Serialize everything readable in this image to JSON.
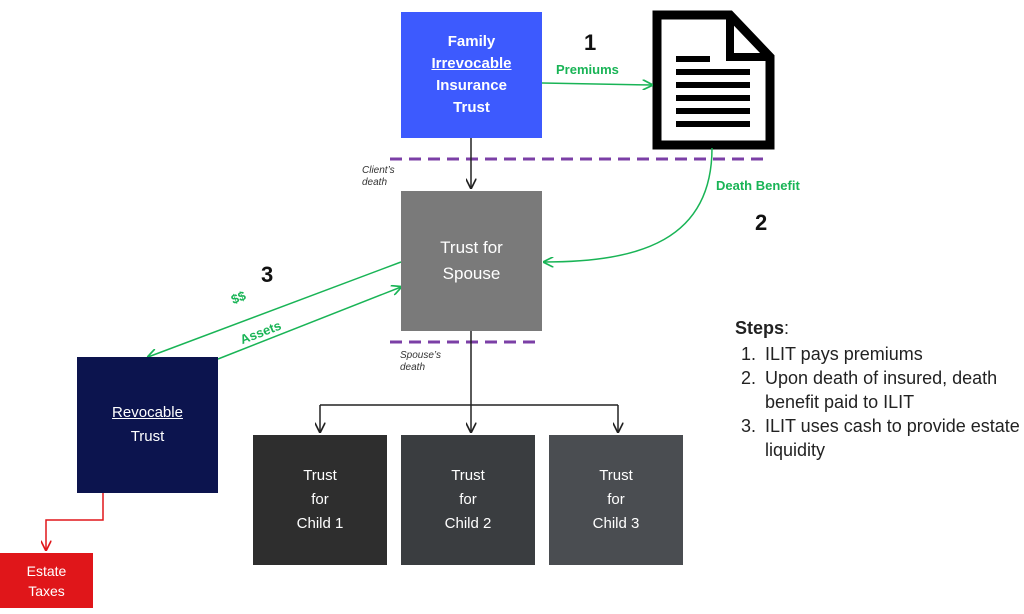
{
  "boxes": {
    "family": {
      "line1": "Family",
      "line2": "Irrevocable",
      "line3": "Insurance",
      "line4": "Trust"
    },
    "spouse": {
      "line1": "Trust for",
      "line2": "Spouse"
    },
    "revocable": {
      "line1": "Revocable",
      "line2": "Trust"
    },
    "children": [
      {
        "line1": "Trust",
        "line2": "for",
        "line3": "Child 1"
      },
      {
        "line1": "Trust",
        "line2": "for",
        "line3": "Child 2"
      },
      {
        "line1": "Trust",
        "line2": "for",
        "line3": "Child 3"
      }
    ],
    "estate": {
      "line1": "Estate",
      "line2": "Taxes"
    }
  },
  "labels": {
    "premiums": "Premiums",
    "death_benefit": "Death Benefit",
    "dollars": "$$",
    "assets": "Assets",
    "clients_death_1": "Client’s",
    "clients_death_2": "death",
    "spouses_death_1": "Spouse’s",
    "spouses_death_2": "death"
  },
  "step_numbers": {
    "one": "1",
    "two": "2",
    "three": "3"
  },
  "steps": {
    "title": "Steps",
    "colon": ":",
    "items": [
      "ILIT pays premiums",
      "Upon death of insured, death benefit paid to ILIT",
      "ILIT uses cash to provide estate liquidity"
    ]
  },
  "colors": {
    "green": "#19b456",
    "purple": "#7b3fa6",
    "arrow": "#222222",
    "red": "#e0161a",
    "family_box": "#3d5afe",
    "spouse_box": "#7a7a7a",
    "revocable_box": "#0c144e"
  },
  "icons": {
    "policy": "document-icon"
  }
}
